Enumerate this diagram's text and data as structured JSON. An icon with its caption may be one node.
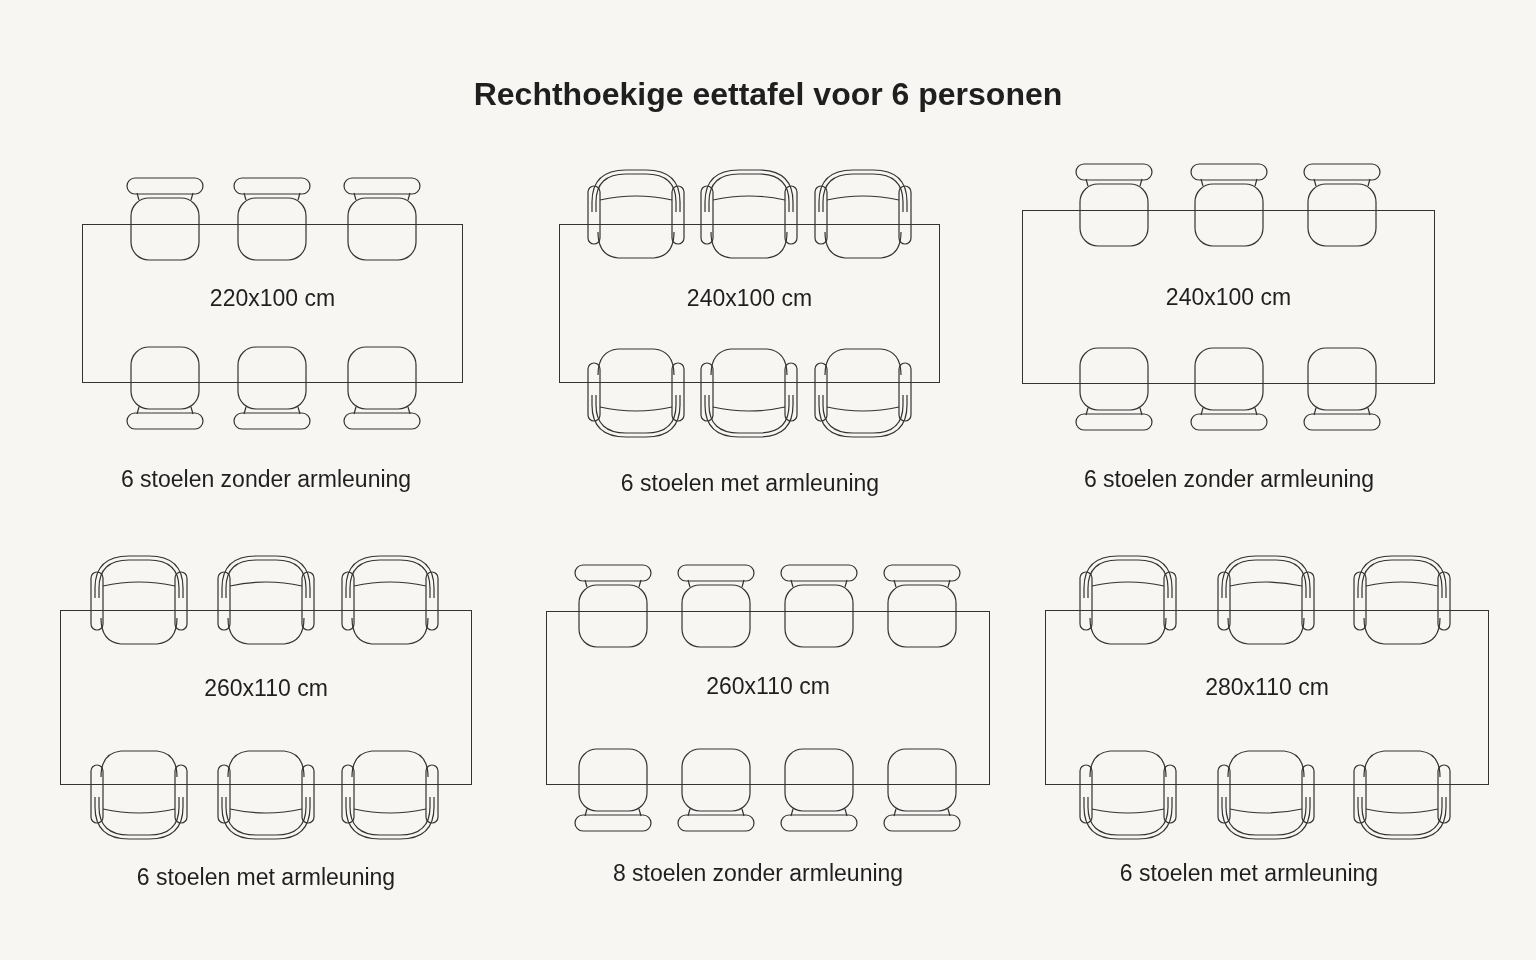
{
  "diagram": {
    "title": "Rechthoekige eettafel voor 6 personen",
    "nodes": [
      {
        "text": [
          "220x100 cm"
        ],
        "beside": [
          "6 stoelen zonder armleuning"
        ]
      },
      {
        "text": [
          "240x100 cm"
        ],
        "beside": [
          "6 stoelen met armleuning"
        ]
      },
      {
        "text": [
          "240x100 cm"
        ],
        "beside": [
          "6 stoelen zonder armleuning"
        ]
      },
      {
        "text": [
          "260x110 cm"
        ],
        "beside": [
          "6 stoelen met armleuning"
        ]
      },
      {
        "text": [
          "260x110 cm"
        ],
        "beside": [
          "8 stoelen zonder armleuning"
        ]
      },
      {
        "text": [
          "280x110 cm"
        ],
        "beside": [
          "6 stoelen met armleuning"
        ]
      }
    ]
  }
}
